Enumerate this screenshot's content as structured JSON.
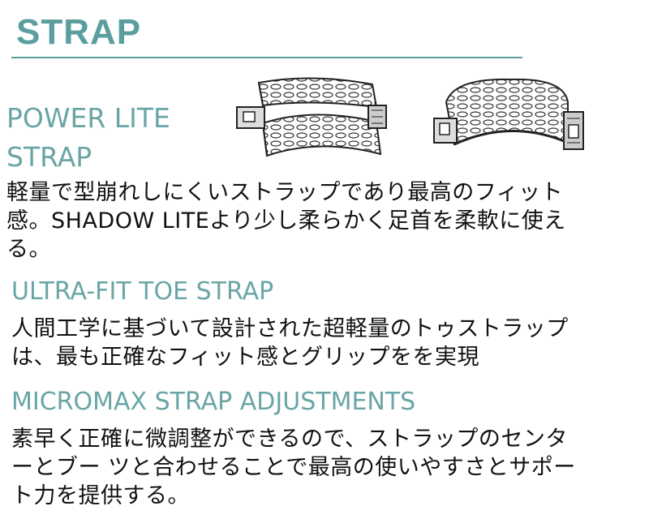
{
  "section_title": "STRAP",
  "features": [
    {
      "heading_lines": [
        "POWER LITE",
        "STRAP"
      ],
      "description_lines": [
        "軽量で型崩れしにくいストラップであり最高のフィット",
        "感。SHADOW LITEより少し柔らかく足首を柔軟に使え",
        "る。"
      ]
    },
    {
      "heading": "ULTRA-FIT TOE STRAP",
      "description_lines": [
        "人間工学に基づいて設計された超軽量のトゥストラップ",
        "は、最も正確なフィット感とグリップをを実現"
      ]
    },
    {
      "heading": "MICROMAX STRAP ADJUSTMENTS",
      "description_lines": [
        "素早く正確に微調整ができるので、ストラップのセンタ",
        "ーとブー ツと合わせることで最高の使いやすさとサポー",
        "ト力を提供する。"
      ]
    }
  ],
  "colors": {
    "accent": "#5b9e9e",
    "heading": "#6aa5a6",
    "body_text": "#111111"
  },
  "images": [
    {
      "name": "power-lite-strap-front",
      "description_icon": "strap-image"
    },
    {
      "name": "power-lite-strap-side",
      "description_icon": "strap-image"
    }
  ]
}
